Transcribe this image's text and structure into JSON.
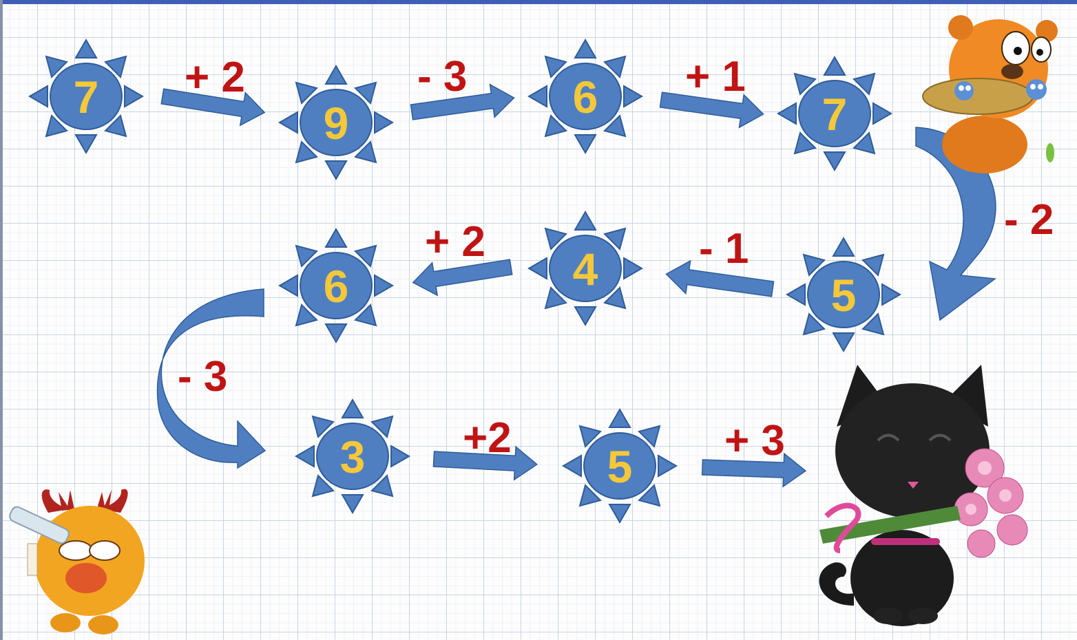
{
  "colors": {
    "sun_fill": "#4f7fc0",
    "sun_stroke": "#2f5c99",
    "number_color": "#f5c83a",
    "operation_color": "#c01414",
    "arrow_fill": "#4f7fc0"
  },
  "suns": [
    {
      "value": "7"
    },
    {
      "value": "9"
    },
    {
      "value": "6"
    },
    {
      "value": "7"
    },
    {
      "value": "5"
    },
    {
      "value": "4"
    },
    {
      "value": "6"
    },
    {
      "value": "3"
    },
    {
      "value": "5"
    }
  ],
  "operations": [
    "+ 2",
    "- 3",
    "+ 1",
    "- 2",
    "- 1",
    "+ 2",
    "- 3",
    "+2",
    "+ 3"
  ],
  "characters": [
    "bear-with-nest-icon",
    "moose-with-telescope-icon",
    "black-cat-with-flowers-icon"
  ]
}
